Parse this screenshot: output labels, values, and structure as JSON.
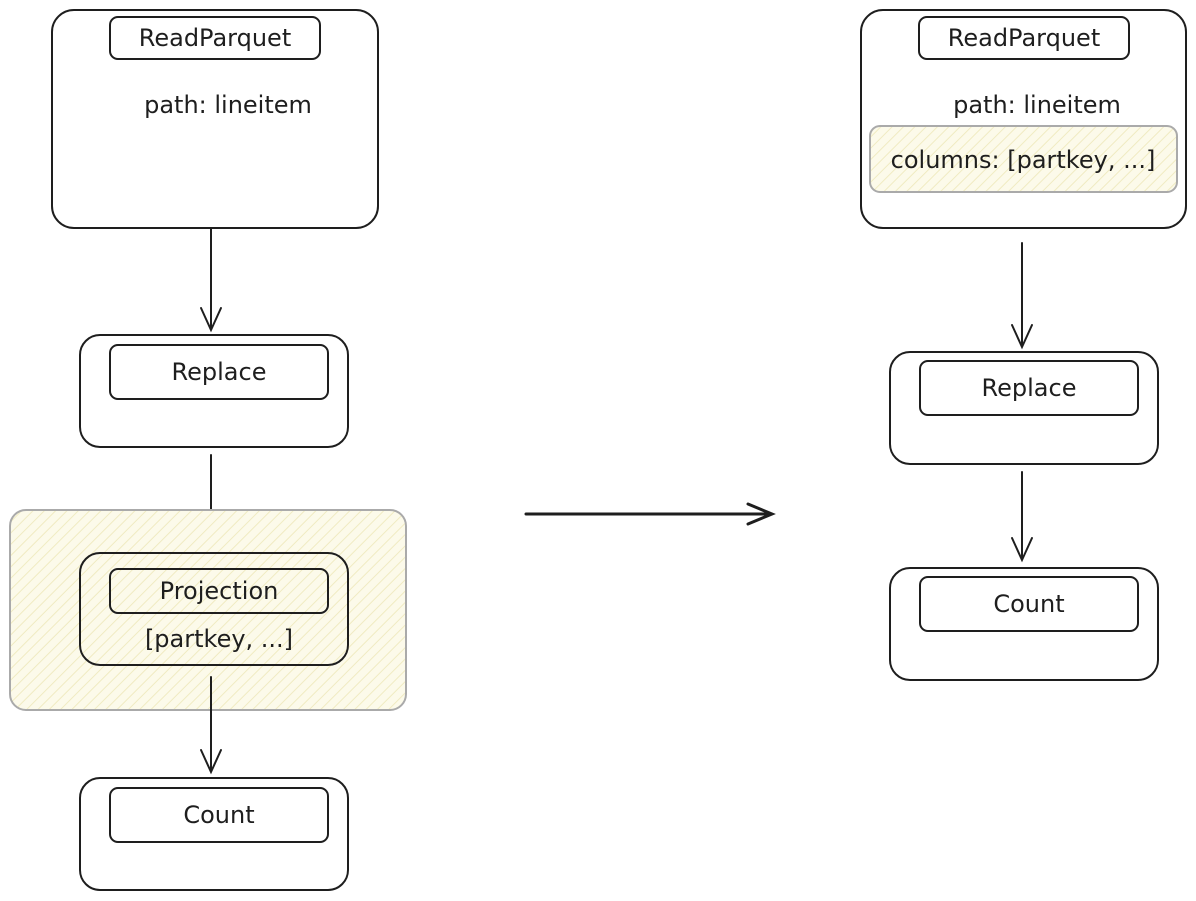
{
  "left_plan": {
    "read_parquet": {
      "title": "ReadParquet",
      "path": "path: lineitem"
    },
    "replace": {
      "title": "Replace"
    },
    "projection": {
      "title": "Projection",
      "columns": "[partkey, ...]"
    },
    "count": {
      "title": "Count"
    }
  },
  "right_plan": {
    "read_parquet": {
      "title": "ReadParquet",
      "path": "path: lineitem",
      "columns": "columns: [partkey, ...]"
    },
    "replace": {
      "title": "Replace"
    },
    "count": {
      "title": "Count"
    }
  },
  "colors": {
    "stroke": "#1e1e1e",
    "highlight_fill": "#fbf9e6",
    "highlight_hatch": "#f3eec0",
    "highlight_border": "#aaaaaa"
  }
}
